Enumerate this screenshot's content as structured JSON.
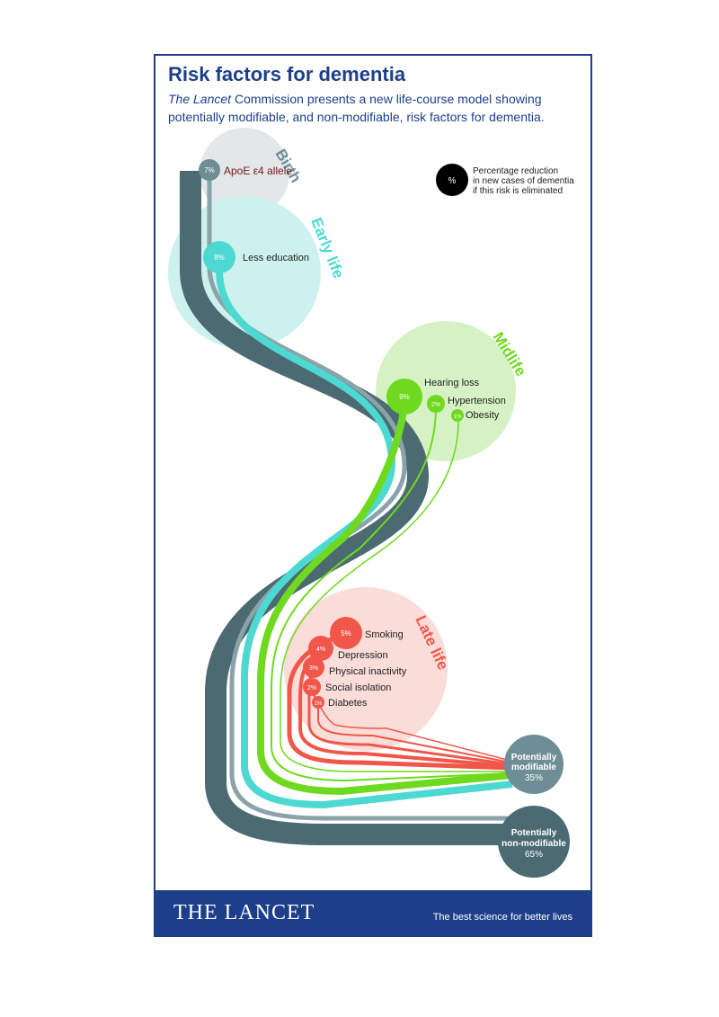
{
  "header": {
    "title": "Risk factors for dementia",
    "subtitle_italic": "The Lancet",
    "subtitle_rest": " Commission presents a new life-course model showing potentially modifiable, and non-modifiable, risk factors for dementia."
  },
  "legend": {
    "symbol": "%",
    "line1": "Percentage reduction",
    "line2": "in new cases of dementia",
    "line3": "if this risk is eliminated"
  },
  "stages": {
    "birth": "Birth",
    "early_life": "Early life",
    "midlife": "Midlife",
    "late_life": "Late life"
  },
  "risk_factors": [
    {
      "pct": "7%",
      "label": "ApoE ε4 allele",
      "stage": "birth"
    },
    {
      "pct": "8%",
      "label": "Less education",
      "stage": "early_life"
    },
    {
      "pct": "9%",
      "label": "Hearing loss",
      "stage": "midlife"
    },
    {
      "pct": "2%",
      "label": "Hypertension",
      "stage": "midlife"
    },
    {
      "pct": "1%",
      "label": "Obesity",
      "stage": "midlife"
    },
    {
      "pct": "5%",
      "label": "Smoking",
      "stage": "late_life"
    },
    {
      "pct": "4%",
      "label": "Depression",
      "stage": "late_life"
    },
    {
      "pct": "3%",
      "label": "Physical inactivity",
      "stage": "late_life"
    },
    {
      "pct": "2%",
      "label": "Social isolation",
      "stage": "late_life"
    },
    {
      "pct": "1%",
      "label": "Diabetes",
      "stage": "late_life"
    }
  ],
  "outcomes": {
    "modifiable_line1": "Potentially",
    "modifiable_line2": "modifiable",
    "modifiable_pct": "35%",
    "nonmodifiable_line1": "Potentially",
    "nonmodifiable_line2": "non-modifiable",
    "nonmodifiable_pct": "65%"
  },
  "footer": {
    "brand": "THE LANCET",
    "tagline": "The best science for better lives"
  },
  "colors": {
    "navy": "#1d3f8a",
    "birth": "#6f8d96",
    "early": "#4dd9d2",
    "midlife": "#6fd91f",
    "late": "#f0574a",
    "nonmodifiable": "#4b6a71"
  }
}
